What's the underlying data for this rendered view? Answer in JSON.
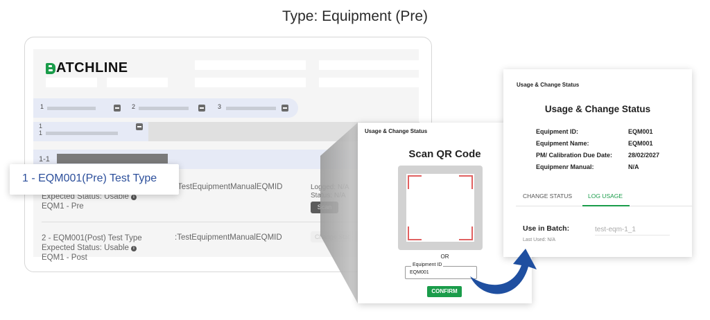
{
  "page_title": "Type: Equipment (Pre)",
  "app": {
    "logo": "ATCHLINE",
    "steps": [
      "1",
      "2",
      "3"
    ],
    "sub_step_lines": [
      "1",
      "1"
    ],
    "row_label": "1-1",
    "items": [
      {
        "id_text": "TestEquipmentManualEQMID",
        "expected_status": "Expected Status: Usable",
        "name": "EQM1 - Pre",
        "logged": "Logged: N/A",
        "status": "Status: N/A",
        "button": "Scan"
      },
      {
        "title": "2 - EQM001(Post) Test Type",
        "id_text": ":TestEquipmentManualEQMID",
        "expected_status": "Expected Status: Usable",
        "name": "EQM1 - Post",
        "button": "Change Stat"
      }
    ]
  },
  "callout": {
    "label": "1 - EQM001(Pre) Test Type"
  },
  "qr_dialog": {
    "header": "Usage & Change Status",
    "title": "Scan QR Code",
    "or_text": "OR",
    "field_label": "Equipment ID",
    "field_value": "EQM001",
    "confirm": "CONFIRM"
  },
  "usage_dialog": {
    "header": "Usage & Change Status",
    "title": "Usage & Change Status",
    "details": [
      {
        "key": "Equipment ID:",
        "value": "EQM001"
      },
      {
        "key": "Equipment Name:",
        "value": "EQM001"
      },
      {
        "key": "PM/ Calibration Due Date:",
        "value": "28/02/2027"
      },
      {
        "key": "Equipmenr Manual:",
        "value": "N/A"
      }
    ],
    "tabs": [
      "CHANGE STATUS",
      "LOG USAGE"
    ],
    "batch_label": "Use in Batch:",
    "batch_value": "test-eqm-1_1",
    "last_used": "Last Used: N/A"
  },
  "colors": {
    "brand_green": "#1a9c4a",
    "callout_blue": "#2c4f9b",
    "arrow_blue": "#1f4fa0",
    "scan_corner_red": "#e06060"
  }
}
